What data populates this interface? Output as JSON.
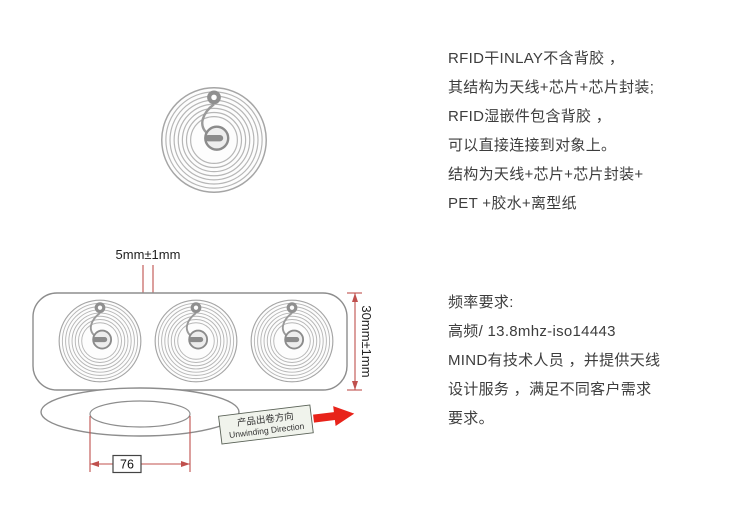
{
  "texts": {
    "description": {
      "lines": [
        "RFID干INLAY不含背胶 ，",
        "其结构为天线+芯片+芯片封装;",
        "RFID湿嵌件包含背胶 ，",
        "可以直接连接到对象上。",
        "结构为天线+芯片+芯片封装+",
        "PET +胶水+离型纸"
      ]
    },
    "frequency": {
      "lines": [
        "频率要求:",
        "高频/ 13.8mhz-iso14443",
        "MIND有技术人员 ，并提供天线",
        "设计服务 ，满足不同客户需求",
        "要求。"
      ]
    }
  },
  "diagram": {
    "pitch_label": "5mm±1mm",
    "height_label": "30mm±1mm",
    "core_diameter_label": "76",
    "unwinding_cn": "产品出卷方向",
    "unwinding_en": "Unwinding Direction"
  },
  "colors": {
    "drawing_line": "#8d8d8d",
    "ring_line": "#b6b6b6",
    "dimension_line": "#c0504d",
    "arrow_red": "#e8231a",
    "text": "#3d3d3d"
  }
}
